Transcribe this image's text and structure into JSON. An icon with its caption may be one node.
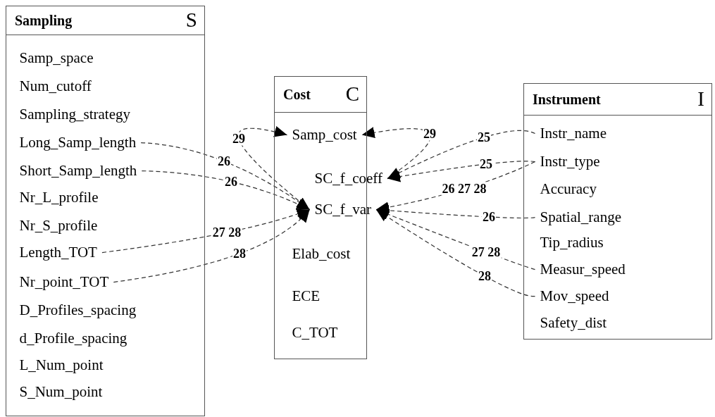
{
  "diagram": {
    "nodes": [
      {
        "text": [
          "Sampling",
          "S"
        ]
      },
      {
        "text": [
          "Samp_space"
        ],
        "in": 0
      },
      {
        "text": [
          "Num_cutoff"
        ],
        "in": 0
      },
      {
        "text": [
          "Sampling_strategy"
        ],
        "in": 0
      },
      {
        "text": [
          "Long_Samp_length"
        ],
        "in": 0
      },
      {
        "text": [
          "Short_Samp_length"
        ],
        "in": 0
      },
      {
        "text": [
          "Nr_L_profile"
        ],
        "in": 0
      },
      {
        "text": [
          "Nr_S_profile"
        ],
        "in": 0
      },
      {
        "text": [
          "Length_TOT"
        ],
        "in": 0
      },
      {
        "text": [
          "Nr_point_TOT"
        ],
        "in": 0
      },
      {
        "text": [
          "D_Profiles_spacing"
        ],
        "in": 0
      },
      {
        "text": [
          "d_Profile_spacing"
        ],
        "in": 0
      },
      {
        "text": [
          "L_Num_point"
        ],
        "in": 0
      },
      {
        "text": [
          "S_Num_point"
        ],
        "in": 0
      },
      {
        "text": [
          "Cost",
          "C"
        ]
      },
      {
        "text": [
          "Samp_cost"
        ],
        "in": 14
      },
      {
        "text": [
          "SC_f_coeff"
        ],
        "in": 14
      },
      {
        "text": [
          "SC_f_var"
        ],
        "in": 14
      },
      {
        "text": [
          "Elab_cost"
        ],
        "in": 14
      },
      {
        "text": [
          "ECE"
        ],
        "in": 14
      },
      {
        "text": [
          "C_TOT"
        ],
        "in": 14
      },
      {
        "text": [
          "Instrument",
          "I"
        ]
      },
      {
        "text": [
          "Instr_name"
        ],
        "in": 21
      },
      {
        "text": [
          "Instr_type"
        ],
        "in": 21
      },
      {
        "text": [
          "Accuracy"
        ],
        "in": 21
      },
      {
        "text": [
          "Spatial_range"
        ],
        "in": 21
      },
      {
        "text": [
          "Tip_radius"
        ],
        "in": 21
      },
      {
        "text": [
          "Measur_speed"
        ],
        "in": 21
      },
      {
        "text": [
          "Mov_speed"
        ],
        "in": 21
      },
      {
        "text": [
          "Safety_dist"
        ],
        "in": 21
      }
    ],
    "edges": [
      {
        "from": 17,
        "to": 15,
        "arrow": "to",
        "label": "29",
        "style": "dashed"
      },
      {
        "from": 16,
        "to": 15,
        "arrow": "to",
        "label": "29",
        "style": "dashed"
      },
      {
        "from": 4,
        "to": 17,
        "arrow": "to",
        "label": "26",
        "style": "dashed"
      },
      {
        "from": 5,
        "to": 17,
        "arrow": "to",
        "label": "26",
        "style": "dashed"
      },
      {
        "from": 8,
        "to": 17,
        "arrow": "to",
        "label": "27 28",
        "style": "dashed"
      },
      {
        "from": 9,
        "to": 17,
        "arrow": "to",
        "label": "28",
        "style": "dashed"
      },
      {
        "from": 22,
        "to": 16,
        "arrow": "to",
        "label": "25",
        "style": "dashed"
      },
      {
        "from": 23,
        "to": 16,
        "arrow": "to",
        "label": "25",
        "style": "dashed"
      },
      {
        "from": 23,
        "to": 17,
        "arrow": "to",
        "label": "26 27 28",
        "style": "dashed"
      },
      {
        "from": 25,
        "to": 17,
        "arrow": "to",
        "label": "26",
        "style": "dashed"
      },
      {
        "from": 27,
        "to": 17,
        "arrow": "to",
        "label": "27 28",
        "style": "dashed"
      },
      {
        "from": 28,
        "to": 17,
        "arrow": "to",
        "label": "28",
        "style": "dashed"
      }
    ]
  }
}
